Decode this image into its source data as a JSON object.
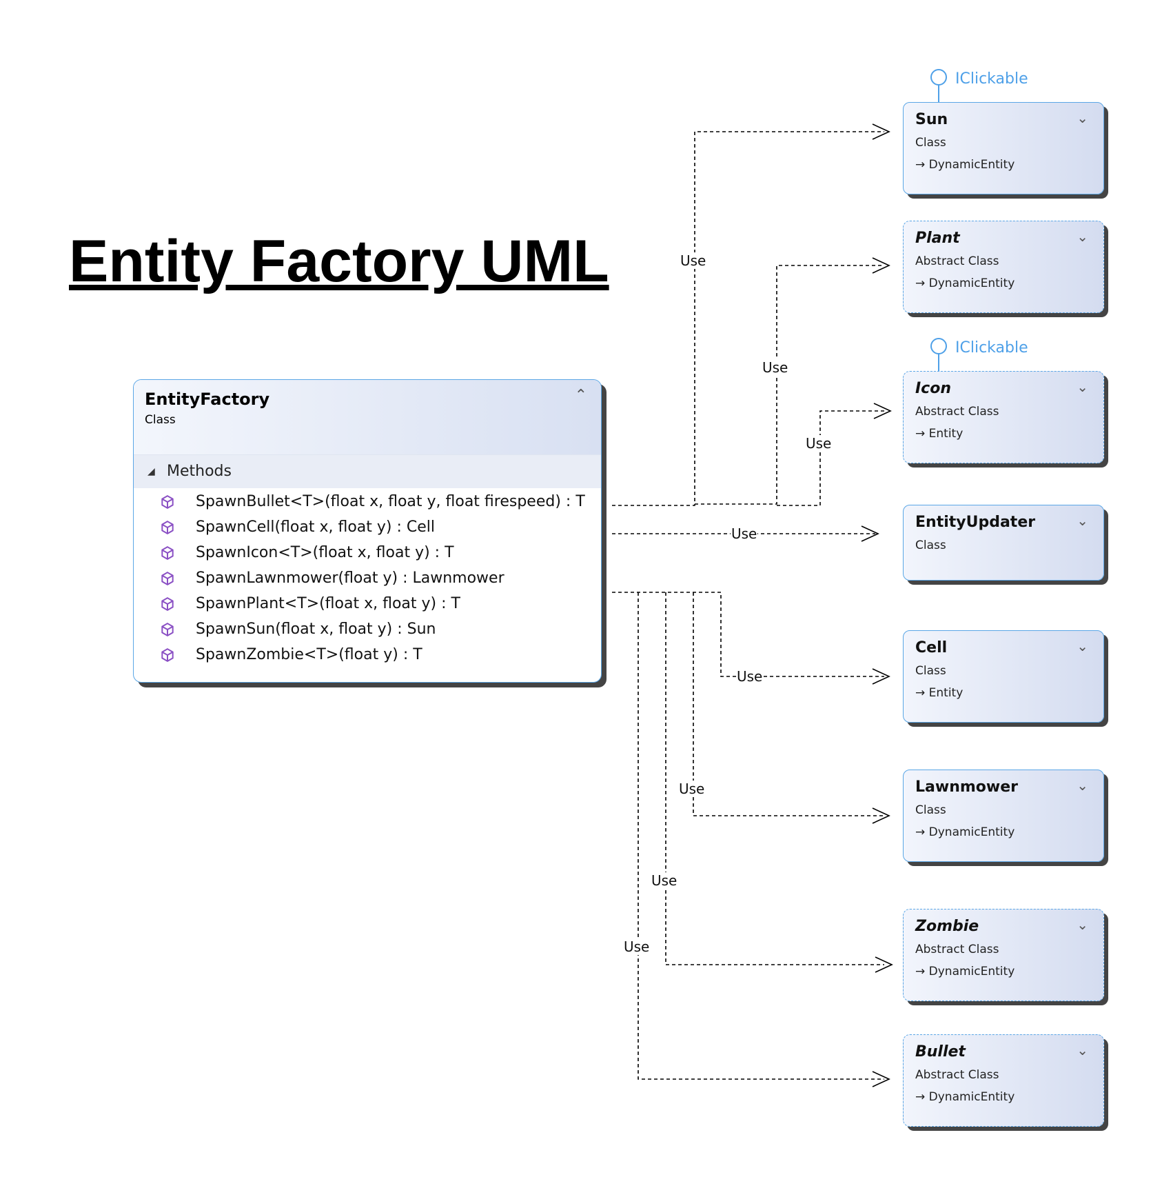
{
  "title": "Entity Factory UML",
  "factory": {
    "name": "EntityFactory",
    "kind": "Class",
    "section": "Methods",
    "methods": [
      "SpawnBullet<T>(float x, float y, float firespeed) : T",
      "SpawnCell(float x, float y) : Cell",
      "SpawnIcon<T>(float x, float y) : T",
      "SpawnLawnmower(float y) : Lawnmower",
      "SpawnPlant<T>(float x, float y) : T",
      "SpawnSun(float x, float y) : Sun",
      "SpawnZombie<T>(float y) : T"
    ]
  },
  "classes": [
    {
      "name": "Sun",
      "kind": "Class",
      "base": "DynamicEntity",
      "interface": "IClickable",
      "abstract": false
    },
    {
      "name": "Plant",
      "kind": "Abstract Class",
      "base": "DynamicEntity",
      "interface": "",
      "abstract": true
    },
    {
      "name": "Icon",
      "kind": "Abstract Class",
      "base": "Entity",
      "interface": "IClickable",
      "abstract": true
    },
    {
      "name": "EntityUpdater",
      "kind": "Class",
      "base": "",
      "interface": "",
      "abstract": false
    },
    {
      "name": "Cell",
      "kind": "Class",
      "base": "Entity",
      "interface": "",
      "abstract": false
    },
    {
      "name": "Lawnmower",
      "kind": "Class",
      "base": "DynamicEntity",
      "interface": "",
      "abstract": false
    },
    {
      "name": "Zombie",
      "kind": "Abstract Class",
      "base": "DynamicEntity",
      "interface": "",
      "abstract": true
    },
    {
      "name": "Bullet",
      "kind": "Abstract Class",
      "base": "DynamicEntity",
      "interface": "",
      "abstract": true
    }
  ],
  "relation_label": "Use",
  "colors": {
    "border": "#5aa6e6",
    "interface": "#4ea0e8",
    "method_icon": "#8a4fc4"
  }
}
